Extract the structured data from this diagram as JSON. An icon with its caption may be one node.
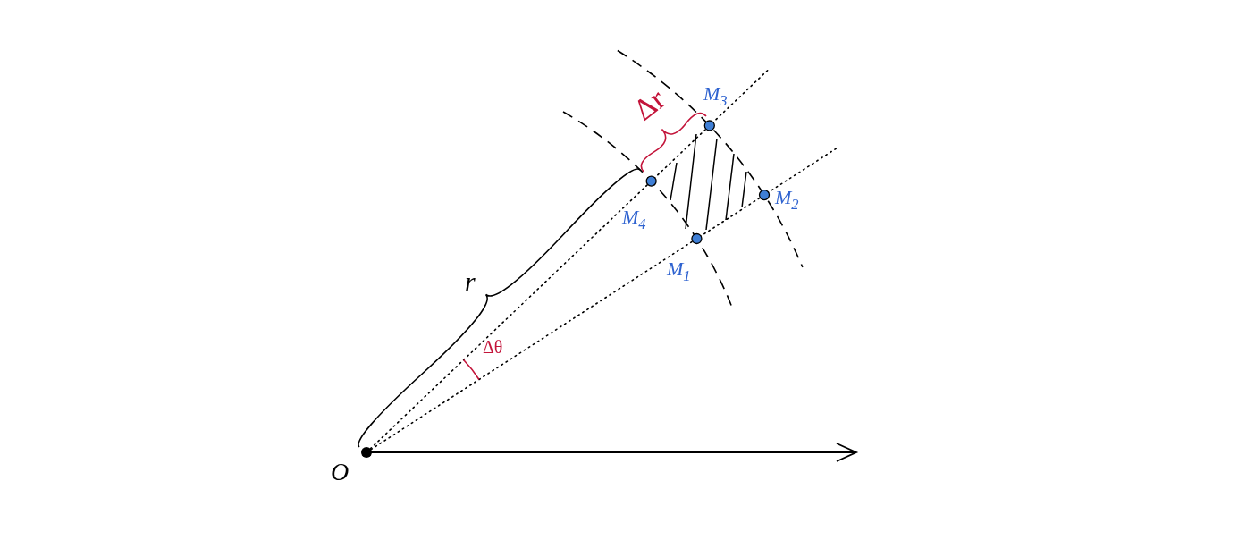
{
  "diagram": {
    "labels": [
      "Δr",
      "M$_{3}$",
      "M$_{2}$",
      "M$_{4}$",
      "M$_{1}$",
      "r",
      "Δθ",
      "O"
    ]
  }
}
